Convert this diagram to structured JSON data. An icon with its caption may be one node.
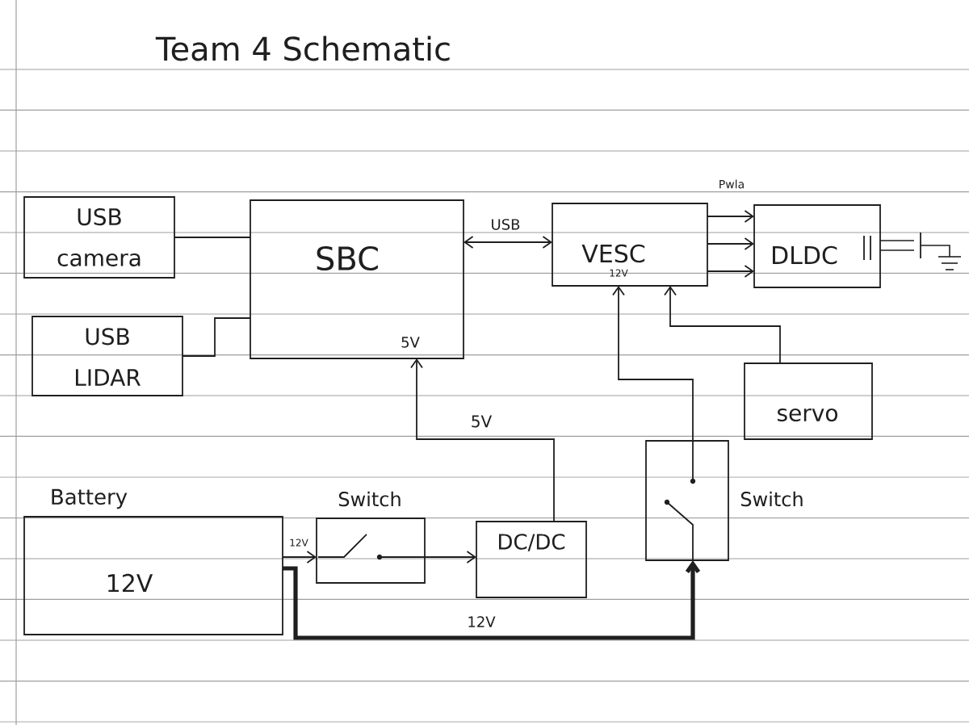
{
  "diagram": {
    "title": "Team 4 Schematic",
    "nodes": [
      {
        "text": [
          "USB camera"
        ]
      },
      {
        "text": [
          "SBC",
          "5V"
        ]
      },
      {
        "text": [
          "VESC",
          "12V"
        ]
      },
      {
        "text": [
          "DLDC"
        ]
      },
      {
        "text": [
          "USB LIDAR"
        ]
      },
      {
        "text": [
          "servo"
        ]
      },
      {
        "text": [
          "Switch"
        ]
      },
      {
        "text": [
          "Battery",
          "12V"
        ]
      },
      {
        "text": [
          "Switch"
        ]
      },
      {
        "text": [
          "DC/DC"
        ]
      }
    ],
    "edges": [
      {
        "from": 0,
        "to": 1,
        "arrow": "none"
      },
      {
        "from": 4,
        "to": 1,
        "arrow": "none"
      },
      {
        "from": 1,
        "to": 2,
        "arrow": "both",
        "label": "USB"
      },
      {
        "from": 2,
        "to": 3,
        "arrow": "to",
        "label": "Pwla"
      },
      {
        "from": 2,
        "to": 3,
        "arrow": "to"
      },
      {
        "from": 2,
        "to": 3,
        "arrow": "to"
      },
      {
        "from": 9,
        "to": 1,
        "arrow": "to",
        "label": "5V"
      },
      {
        "from": 6,
        "to": 2,
        "arrow": "to"
      },
      {
        "from": 5,
        "to": 2,
        "arrow": "to"
      },
      {
        "from": 7,
        "to": 8,
        "arrow": "to",
        "label": "12V"
      },
      {
        "from": 8,
        "to": 9,
        "arrow": "to"
      },
      {
        "from": 7,
        "to": 6,
        "arrow": "to",
        "label": "12V",
        "style": "thick"
      }
    ]
  }
}
